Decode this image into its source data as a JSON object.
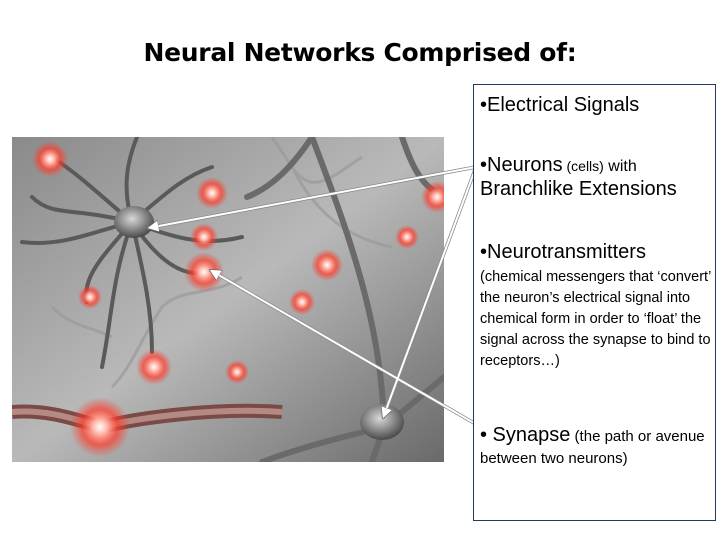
{
  "slide": {
    "title": "Neural Networks Comprised of:"
  },
  "bullets": {
    "electrical": "•Electrical Signals",
    "neurons_main": "•Neurons",
    "neurons_paren": " (cells)",
    "neurons_rest": " with",
    "neurons_line2": "Branchlike Extensions",
    "neurotransmitters_main": "•Neurotransmitters",
    "neurotransmitters_desc": "(chemical messengers that ‘convert’ the neuron’s electrical signal into chemical form in order to ‘float’ the signal across the synapse to bind to receptors…)",
    "synapse_main": "•  Synapse",
    "synapse_desc": " (the path or avenue between two neurons)"
  },
  "colors": {
    "box_border": "#1f3a63",
    "arrow": "#ffffff",
    "glow": "#ff3a2a"
  }
}
